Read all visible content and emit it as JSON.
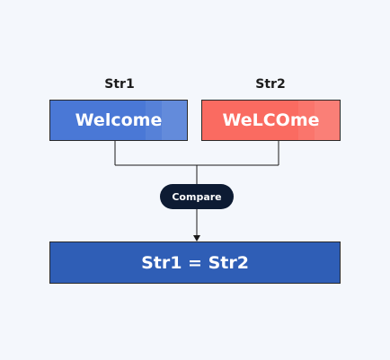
{
  "diagram": {
    "str1_label": "Str1",
    "str2_label": "Str2",
    "str1_value": "Welcome",
    "str2_value": "WeLCOme",
    "compare_label": "Compare",
    "result_text": "Str1 = Str2"
  },
  "colors": {
    "background": "#f4f7fc",
    "str1_box": "#4a78d6",
    "str2_box": "#fa6b61",
    "result_box": "#2f5eb6",
    "compare_pill": "#0d1b33",
    "connector": "#1a1a1a"
  }
}
